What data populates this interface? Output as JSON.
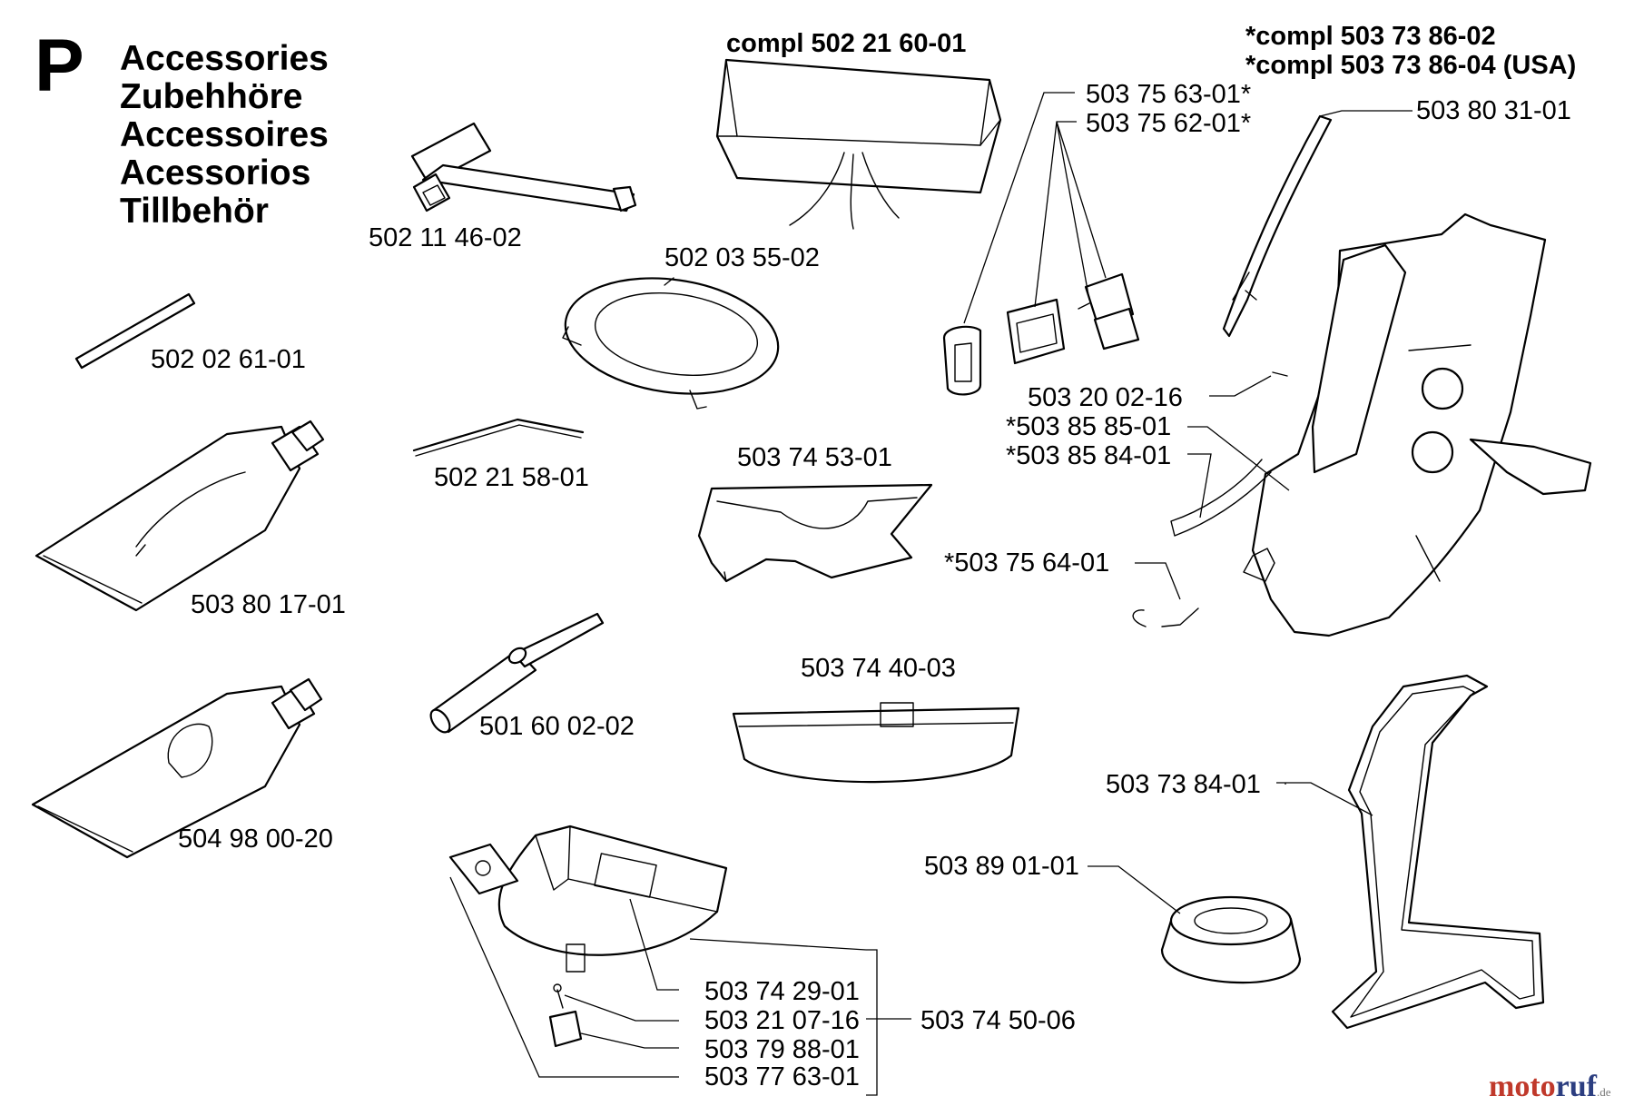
{
  "section_letter": "P",
  "titles": [
    "Accessories",
    "Zubehhöre",
    "Accessoires",
    "Acessorios",
    "Tillbehör"
  ],
  "watermark": {
    "main": "motoruf",
    "suffix": ".de",
    "color_1": "#c0392b",
    "color_2": "#2c3e80"
  },
  "part_labels": {
    "compl_502_21_60_01": "compl 502 21 60-01",
    "compl_503_73_86_02": "*compl 503 73 86-02",
    "compl_503_73_86_04": "*compl 503 73 86-04 (USA)",
    "p_502_11_46_02": "502 11 46-02",
    "p_502_03_55_02": "502 03 55-02",
    "p_502_02_61_01": "502 02 61-01",
    "p_502_21_58_01": "502 21 58-01",
    "p_503_80_17_01": "503 80 17-01",
    "p_501_60_02_02": "501 60 02-02",
    "p_504_98_00_20": "504 98 00-20",
    "p_503_74_53_01": "503 74 53-01",
    "p_503_74_40_03": "503 74 40-03",
    "p_503_75_63_01": "503 75 63-01*",
    "p_503_75_62_01": "503 75 62-01*",
    "p_503_80_31_01": "503 80 31-01",
    "p_503_20_02_16": "503 20 02-16",
    "p_503_85_85_01": "*503 85 85-01",
    "p_503_85_84_01": "*503 85 84-01",
    "p_503_75_64_01": "*503 75 64-01",
    "p_503_73_84_01": "503 73 84-01",
    "p_503_89_01_01": "503 89 01-01",
    "p_503_74_29_01": "503 74 29-01",
    "p_503_21_07_16": "503 21 07-16",
    "p_503_79_88_01": "503 79 88-01",
    "p_503_77_63_01": "503 77 63-01",
    "p_503_74_50_06": "503 74 50-06"
  }
}
